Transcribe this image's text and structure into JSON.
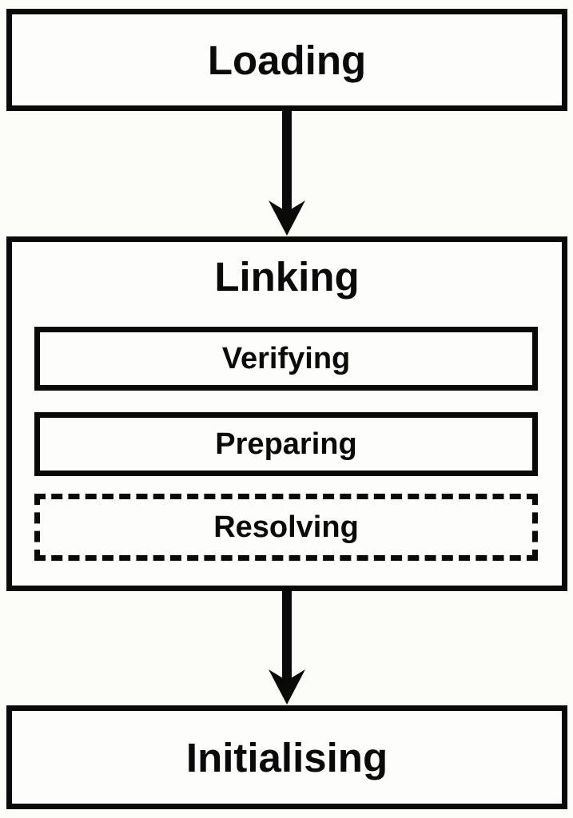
{
  "colors": {
    "ink": "#0a0a0a",
    "page-bg": "#fcfdf8",
    "box-bg": "#fdfefc"
  },
  "diagram": {
    "type": "flowchart",
    "direction": "top-down",
    "nodes": {
      "loading": {
        "label": "Loading",
        "border_style": "solid"
      },
      "linking": {
        "label": "Linking",
        "border_style": "solid",
        "children": {
          "verifying": {
            "label": "Verifying",
            "border_style": "solid"
          },
          "preparing": {
            "label": "Preparing",
            "border_style": "solid"
          },
          "resolving": {
            "label": "Resolving",
            "border_style": "dashed"
          }
        }
      },
      "initialising": {
        "label": "Initialising",
        "border_style": "solid"
      }
    },
    "edges": [
      {
        "from": "loading",
        "to": "linking",
        "style": "solid-arrow"
      },
      {
        "from": "linking",
        "to": "initialising",
        "style": "solid-arrow"
      }
    ]
  }
}
